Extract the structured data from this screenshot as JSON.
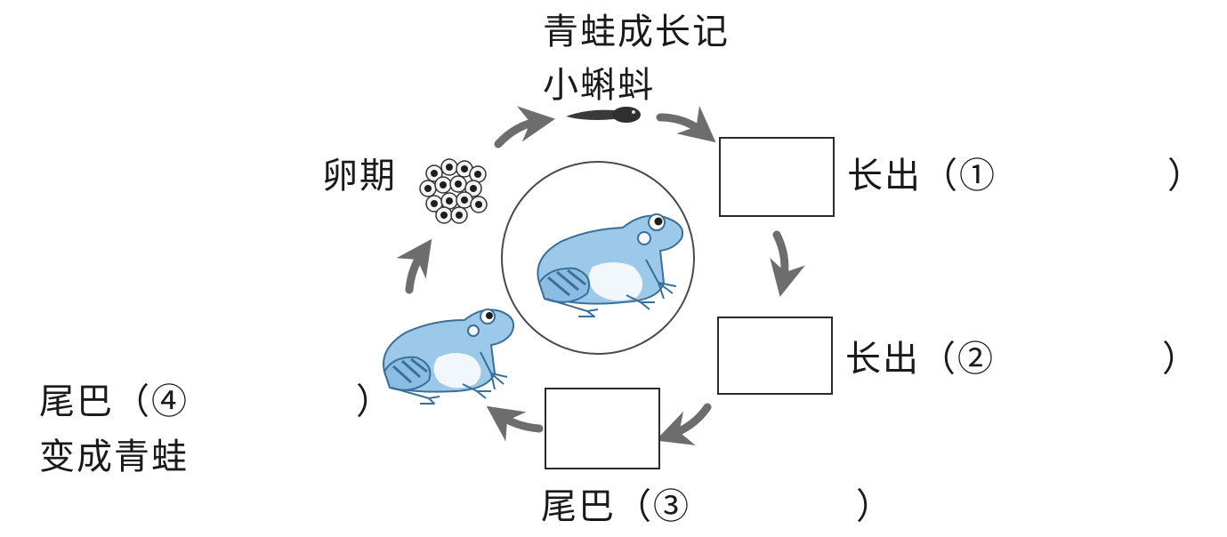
{
  "title": "青蛙成长记",
  "stages": {
    "tadpole": "小蝌蚪",
    "egg": "卵期",
    "grow1": "长出",
    "grow2": "长出",
    "tail3": "尾巴",
    "tail4": "尾巴",
    "becomes": "变成青蛙"
  },
  "blanks": {
    "b1": "①",
    "b2": "②",
    "b3": "③",
    "b4": "④"
  },
  "colors": {
    "frog_body": "#9cc9ea",
    "frog_stroke": "#3b6f98",
    "arrow": "#6d6d6d",
    "tadpole": "#3a3a3a"
  },
  "icons": [
    "egg-cluster-icon",
    "tadpole-icon",
    "frog-icon",
    "cycle-arrow-icon"
  ]
}
